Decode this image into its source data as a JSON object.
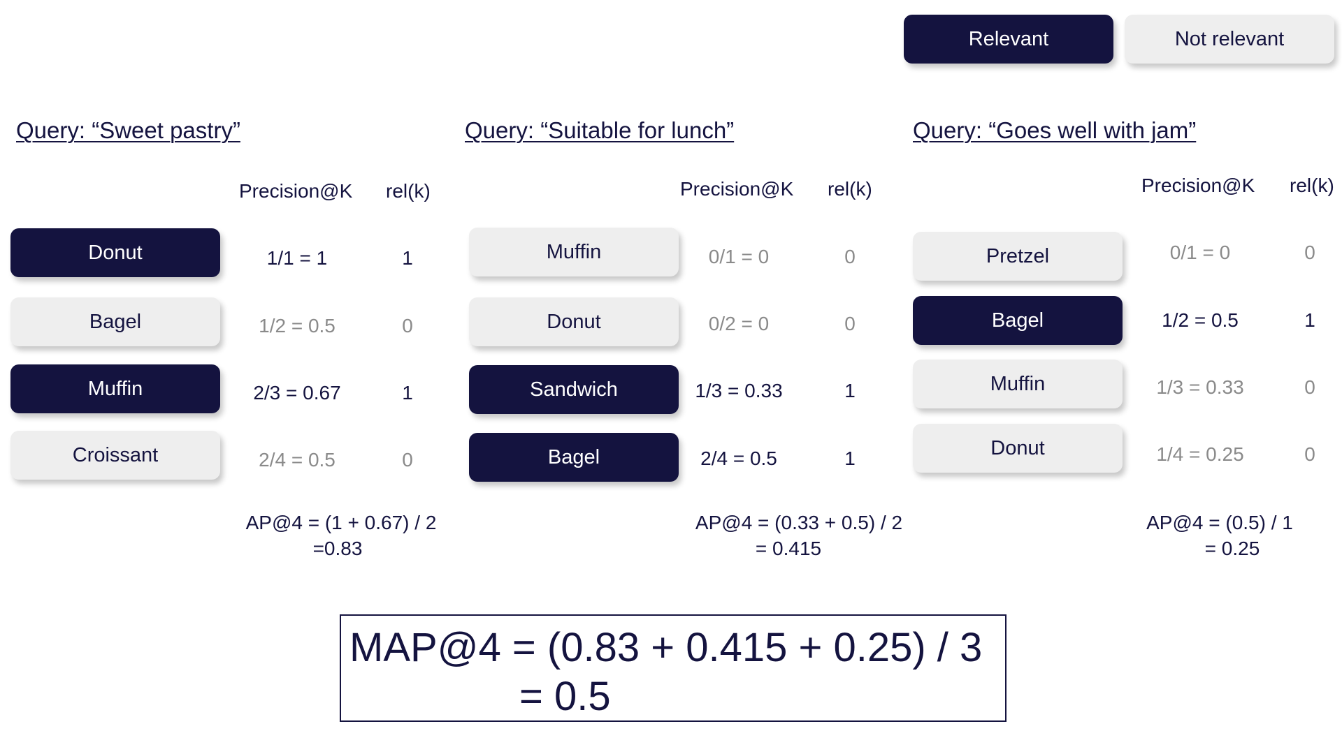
{
  "legend": {
    "relevant_label": "Relevant",
    "not_relevant_label": "Not relevant"
  },
  "columns": [
    {
      "query_title": "Query: “Sweet pastry”",
      "precision_header": "Precision@K",
      "rel_header": "rel(k)",
      "items": [
        {
          "label": "Donut",
          "relevant": true,
          "precision": "1/1 = 1",
          "rel": "1"
        },
        {
          "label": "Bagel",
          "relevant": false,
          "precision": "1/2 = 0.5",
          "rel": "0"
        },
        {
          "label": "Muffin",
          "relevant": true,
          "precision": "2/3 = 0.67",
          "rel": "1"
        },
        {
          "label": "Croissant",
          "relevant": false,
          "precision": "2/4 = 0.5",
          "rel": "0"
        }
      ],
      "ap_line1": "AP@4 = (1 + 0.67) / 2",
      "ap_line2": "=0.83"
    },
    {
      "query_title": "Query: “Suitable for lunch”",
      "precision_header": "Precision@K",
      "rel_header": "rel(k)",
      "items": [
        {
          "label": "Muffin",
          "relevant": false,
          "precision": "0/1 = 0",
          "rel": "0"
        },
        {
          "label": "Donut",
          "relevant": false,
          "precision": "0/2 = 0",
          "rel": "0"
        },
        {
          "label": "Sandwich",
          "relevant": true,
          "precision": "1/3 = 0.33",
          "rel": "1"
        },
        {
          "label": "Bagel",
          "relevant": true,
          "precision": "2/4 = 0.5",
          "rel": "1"
        }
      ],
      "ap_line1": "AP@4 = (0.33 + 0.5) / 2",
      "ap_line2": "= 0.415"
    },
    {
      "query_title": "Query: “Goes well with jam”",
      "precision_header": "Precision@K",
      "rel_header": "rel(k)",
      "items": [
        {
          "label": "Pretzel",
          "relevant": false,
          "precision": "0/1 = 0",
          "rel": "0"
        },
        {
          "label": "Bagel",
          "relevant": true,
          "precision": "1/2 = 0.5",
          "rel": "1"
        },
        {
          "label": "Muffin",
          "relevant": false,
          "precision": "1/3 = 0.33",
          "rel": "0"
        },
        {
          "label": "Donut",
          "relevant": false,
          "precision": "1/4 = 0.25",
          "rel": "0"
        }
      ],
      "ap_line1": "AP@4 = (0.5) / 1",
      "ap_line2": "= 0.25"
    }
  ],
  "map": {
    "line1": "MAP@4 = (0.83 + 0.415 + 0.25) / 3",
    "line2": "= 0.5"
  },
  "colors": {
    "relevant_bg": "#14133f",
    "not_relevant_bg": "#eeeeee",
    "muted_text": "#8a8a8a"
  }
}
